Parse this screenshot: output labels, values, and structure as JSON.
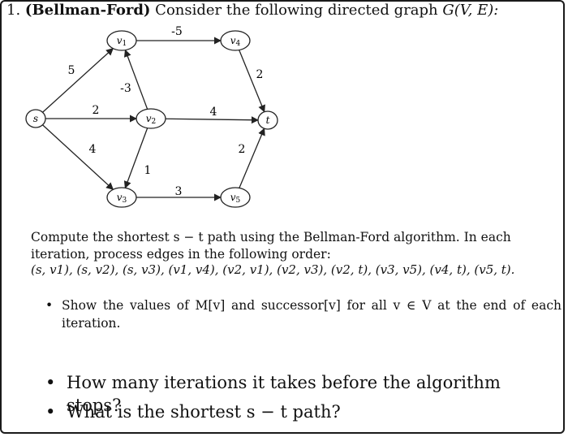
{
  "problem": {
    "number": "1.",
    "title": "(Bellman-Ford)",
    "intro": "Consider the following directed graph",
    "graph_notation": "G(V, E):"
  },
  "graph": {
    "nodes": {
      "s": "s",
      "v1": "v1",
      "v2": "v2",
      "v3": "v3",
      "v4": "v4",
      "v5": "v5",
      "t": "t"
    },
    "edges": [
      {
        "id": "s-v1",
        "from": "s",
        "to": "v1",
        "weight": "5"
      },
      {
        "id": "s-v2",
        "from": "s",
        "to": "v2",
        "weight": "2"
      },
      {
        "id": "s-v3",
        "from": "s",
        "to": "v3",
        "weight": "4"
      },
      {
        "id": "v1-v4",
        "from": "v1",
        "to": "v4",
        "weight": "-5"
      },
      {
        "id": "v2-v1",
        "from": "v2",
        "to": "v1",
        "weight": "-3"
      },
      {
        "id": "v2-v3",
        "from": "v2",
        "to": "v3",
        "weight": "1"
      },
      {
        "id": "v2-t",
        "from": "v2",
        "to": "t",
        "weight": "4"
      },
      {
        "id": "v3-v5",
        "from": "v3",
        "to": "v5",
        "weight": "3"
      },
      {
        "id": "v4-t",
        "from": "v4",
        "to": "t",
        "weight": "2"
      },
      {
        "id": "v5-t",
        "from": "v5",
        "to": "t",
        "weight": "2"
      }
    ]
  },
  "body": {
    "paragraph": "Compute the shortest s − t path using the Bellman-Ford algorithm. In each iteration, process edges in the following order:",
    "edge_order": "(s, v1), (s, v2), (s, v3), (v1, v4), (v2, v1), (v2, v3), (v2, t), (v3, v5), (v4, t), (v5, t).",
    "bullet_values": "Show the values of M[v] and successor[v] for all v ∈ V at the end of each iteration.",
    "bullet_iterations": "How many iterations it takes before the algorithm stops?",
    "bullet_path": "What is the shortest s − t path?"
  },
  "colors": {
    "text": "#111111",
    "stroke": "#222222",
    "background": "#ffffff"
  }
}
